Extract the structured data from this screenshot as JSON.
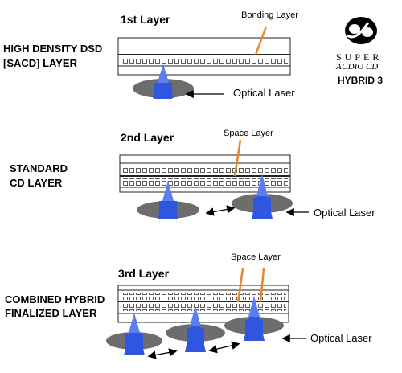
{
  "sections": [
    {
      "side_label_line1": "HIGH DENSITY DSD",
      "side_label_line2": "[SACD] LAYER",
      "title": "1st Layer",
      "callout": "Bonding Layer",
      "laser_label": "Optical Laser"
    },
    {
      "side_label_line1": "STANDARD",
      "side_label_line2": "CD LAYER",
      "title": "2nd Layer",
      "callout": "Space Layer",
      "laser_label": "Optical Laser"
    },
    {
      "side_label_line1": "COMBINED HYBRID",
      "side_label_line2": "FINALIZED LAYER",
      "title": "3rd Layer",
      "callout": "Space Layer",
      "laser_label": "Optical Laser"
    }
  ],
  "logo": {
    "line1": "SUPER",
    "line2": "AUDIO CD",
    "caption": "HYBRID 3"
  },
  "colors": {
    "laser": "#2f56e0",
    "laser_light": "#5b7ff0",
    "arrow": "#e8872d",
    "spot": "#6d6d6d"
  }
}
